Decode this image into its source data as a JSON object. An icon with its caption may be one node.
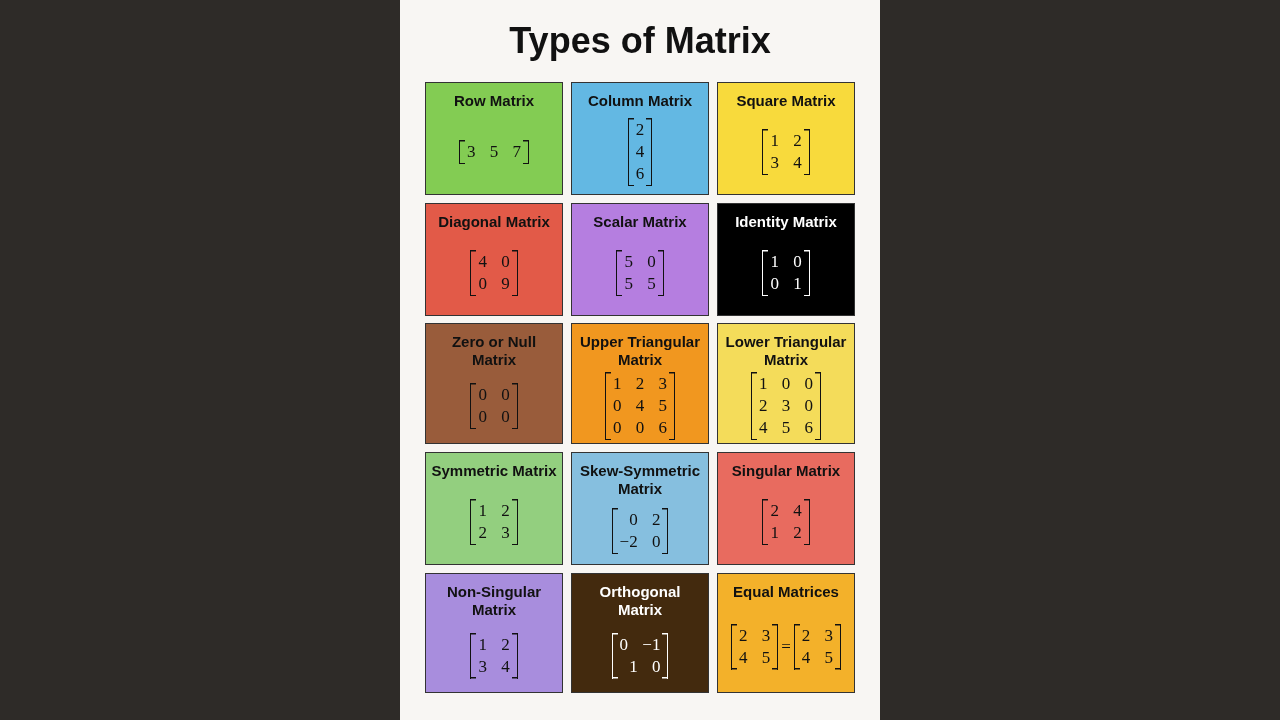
{
  "diagram": {
    "title": "Types of Matrix",
    "nodes": [
      {
        "text": [
          "Row Matrix",
          "3 5 7"
        ]
      },
      {
        "text": [
          "Column Matrix",
          "2",
          "4",
          "6"
        ]
      },
      {
        "text": [
          "Square Matrix",
          "1 2",
          "3 4"
        ]
      },
      {
        "text": [
          "Diagonal Matrix",
          "4 0",
          "0 9"
        ]
      },
      {
        "text": [
          "Scalar Matrix",
          "5 0",
          "5 5"
        ]
      },
      {
        "text": [
          "Identity Matrix",
          "1 0",
          "0 1"
        ]
      },
      {
        "text": [
          "Zero or Null Matrix",
          "0 0",
          "0 0"
        ]
      },
      {
        "text": [
          "Upper Triangular Matrix",
          "1 2 3",
          "0 4 5",
          "0 0 6"
        ]
      },
      {
        "text": [
          "Lower Triangular Matrix",
          "1 0 0",
          "2 3 0",
          "4 5 6"
        ]
      },
      {
        "text": [
          "Symmetric Matrix",
          "1 2",
          "2 3"
        ]
      },
      {
        "text": [
          "Skew-Symmetric Matrix",
          "0 2",
          "−2 0"
        ]
      },
      {
        "text": [
          "Singular Matrix",
          "2 4",
          "1 2"
        ]
      },
      {
        "text": [
          "Non-Singular Matrix",
          "1 2",
          "3 4"
        ]
      },
      {
        "text": [
          "Orthogonal Matrix",
          "0 −1",
          "1 0"
        ]
      },
      {
        "text": [
          "Equal Matrices",
          "2 3",
          "4 5",
          "=",
          "2 3",
          "4 5"
        ]
      }
    ]
  }
}
